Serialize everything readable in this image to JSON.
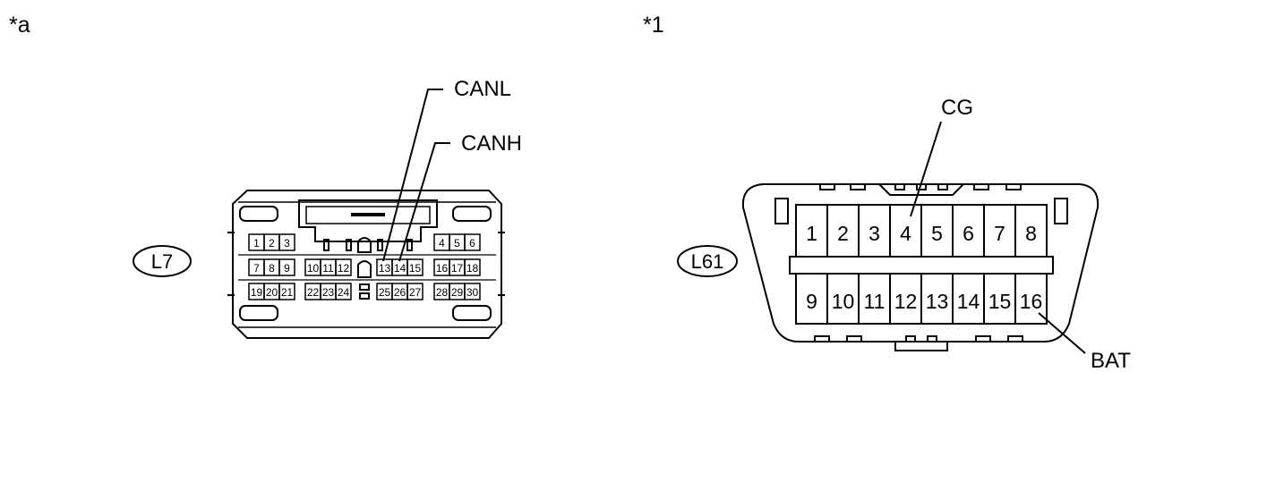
{
  "figures": [
    {
      "marker": "*a",
      "connector_id": "L7",
      "pins": [
        "1",
        "2",
        "3",
        "4",
        "5",
        "6",
        "7",
        "8",
        "9",
        "10",
        "11",
        "12",
        "13",
        "14",
        "15",
        "16",
        "17",
        "18",
        "19",
        "20",
        "21",
        "22",
        "23",
        "24",
        "25",
        "26",
        "27",
        "28",
        "29",
        "30"
      ],
      "callouts": [
        {
          "text": "CANL",
          "pin": "13"
        },
        {
          "text": "CANH",
          "pin": "14"
        }
      ]
    },
    {
      "marker": "*1",
      "connector_id": "L61",
      "pins": [
        "1",
        "2",
        "3",
        "4",
        "5",
        "6",
        "7",
        "8",
        "9",
        "10",
        "11",
        "12",
        "13",
        "14",
        "15",
        "16"
      ],
      "callouts": [
        {
          "text": "CG",
          "pin": "4"
        },
        {
          "text": "BAT",
          "pin": "16"
        }
      ]
    }
  ],
  "colors": {
    "line": "#000000",
    "background": "#ffffff"
  }
}
